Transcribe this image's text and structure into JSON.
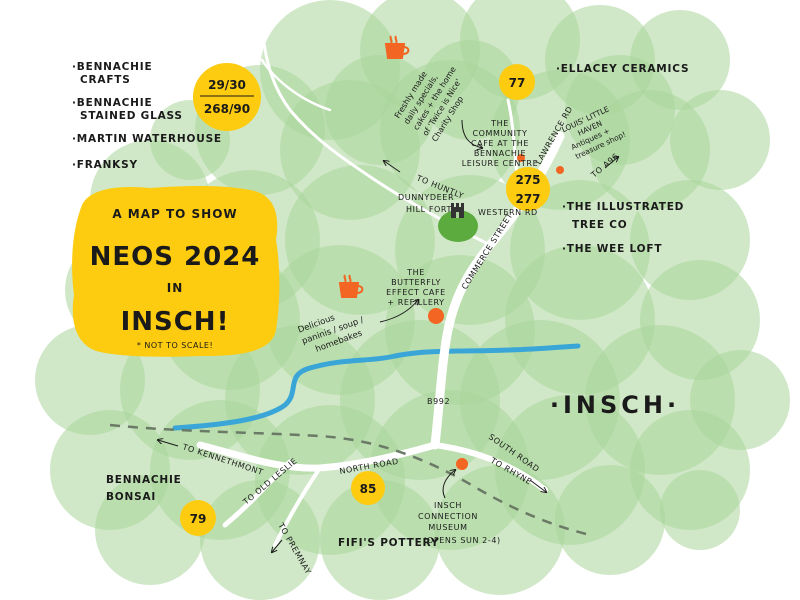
{
  "colors": {
    "background": "#ffffff",
    "greenery": "#a9d59a",
    "river": "#3aa6d8",
    "roads": "#ffffff",
    "railway": "#6b7a66",
    "badge": "#fdcb10",
    "title_box": "#fdcb10",
    "marker": "#f26522",
    "cafe_icon": "#f26522",
    "hill": "#5cab3f",
    "ink": "#1a1a1a"
  },
  "title": {
    "line1": "A MAP TO SHOW",
    "line2": "NEOS 2024",
    "line3": "IN",
    "line4": "INSCH!",
    "note": "* NOT TO SCALE!"
  },
  "place_label": "·INSCH·",
  "venues": {
    "top_left": [
      "·BENNACHIE",
      "CRAFTS",
      "·BENNACHIE",
      "STAINED GLASS",
      "·MARTIN WATERHOUSE",
      "·FRANKSY"
    ],
    "ellacey": "·ELLACEY CERAMICS",
    "right": [
      "·THE ILLUSTRATED",
      "TREE CO",
      "·THE WEE LOFT"
    ],
    "bonsai": [
      "BENNACHIE",
      "BONSAI"
    ],
    "pottery": "FIFI'S POTTERY"
  },
  "badges": {
    "b29": "29/30",
    "b268": "268/90",
    "b77": "77",
    "b275": "275",
    "b277": "277",
    "b85": "85",
    "b79": "79"
  },
  "roads": {
    "huntly": "TO HUNTLY",
    "western": "WESTERN RD",
    "commerce": "COMMERCE STREET",
    "a96": "TO A96",
    "b992": "B992",
    "kennethmont": "TO KENNETHMONT",
    "north": "NORTH ROAD",
    "south": "SOUTH ROAD",
    "rhynie": "TO RHYNE",
    "oldleslie": "TO OLD LESLIE",
    "premnay": "TO PREMNAY",
    "lawrence": "LAWRENCE RD"
  },
  "annotations": {
    "dunnydeer": [
      "DUNNYDEER",
      "HILL FORT"
    ],
    "freshly": [
      "Freshly made",
      "daily specials,",
      "cakes + the home",
      "of 'Twice is Nice'",
      "Charity Shop"
    ],
    "community": [
      "THE",
      "COMMUNITY",
      "CAFE AT THE",
      "BENNACHIE",
      "LEISURE CENTRE"
    ],
    "louis": [
      "LOUIS' LITTLE",
      "HAVEN",
      "Antiques +",
      "treasure shop!"
    ],
    "butterfly": [
      "THE",
      "BUTTERFLY",
      "EFFECT CAFE",
      "+ REFILLERY"
    ],
    "delicious": [
      "Delicious",
      "paninis / soup /",
      "homebakes"
    ],
    "museum": [
      "INSCH",
      "CONNECTION",
      "MUSEUM",
      "(OPENS SUN 2-4)"
    ]
  }
}
